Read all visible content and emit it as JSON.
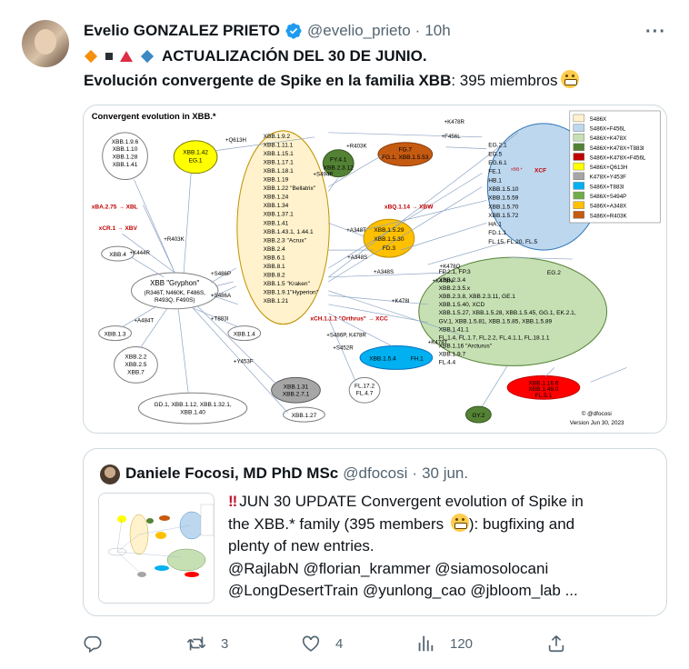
{
  "author": {
    "name": "Evelio GONZALEZ PRIETO",
    "handle": "@evelio_prieto",
    "separator": "·",
    "time": "10h",
    "verified_icon": "verified-badge-icon",
    "accent": "#1d9bf0"
  },
  "tweet": {
    "headline": "ACTUALIZACIÓN DEL 30 DE JUNIO.",
    "body_bold": "Evolución convergente de Spike en la familia XBB",
    "body_rest": ": 395 miembros",
    "emoji_icons": [
      "orange-diamond-icon",
      "black-square-icon",
      "red-triangle-icon",
      "blue-diamond-icon",
      "grimacing-face-icon"
    ]
  },
  "figure": {
    "title": "Convergent evolution in XBB.*",
    "credit": "© @dfocosi",
    "version": "Version Jun 30, 2023",
    "legend": [
      {
        "label": "S486X",
        "color": "#fff2cc"
      },
      {
        "label": "S486X+F456L",
        "color": "#bdd7ee"
      },
      {
        "label": "S486X+K478X",
        "color": "#c6e0b4"
      },
      {
        "label": "S486X+K478X+T883I",
        "color": "#548235"
      },
      {
        "label": "S486X+K478X+F456L",
        "color": "#c00000"
      },
      {
        "label": "S486X+Q613H",
        "color": "#ffff00"
      },
      {
        "label": "K478X+Y453F",
        "color": "#a6a6a6"
      },
      {
        "label": "S486X+T883I",
        "color": "#00b0f0"
      },
      {
        "label": "S486X+S494P",
        "color": "#70ad47"
      },
      {
        "label": "S486X+A348X",
        "color": "#ffc000"
      },
      {
        "label": "S486X+R403K",
        "color": "#c55a11"
      }
    ],
    "hub": {
      "name": "XBB \"Gryphon\"",
      "muts1": "(R346T, N460K, F486S,",
      "muts2": "R493Q, F490S)"
    },
    "left_nodes": [
      "XBB.1.9.6",
      "XBB.1.10",
      "XBB.1.28",
      "XBB.1.41"
    ],
    "xbb4": "XBB.4",
    "xbb13": "XBB.1.3",
    "xbb22": [
      "XBB.2.2",
      "XBB.2.5",
      "XBB.7"
    ],
    "xbb14": "XBB.1.4",
    "gd": [
      "GD.1, XBB.1.12, XBB.1.32.1,",
      "XBB.1.40"
    ],
    "xbb127": "XBB.1.27",
    "gray_nodes": [
      "XBB.1.31",
      "XBB.2.7.1"
    ],
    "fl17": [
      "FL.17.2",
      "FL.4.7"
    ],
    "yellow_node": [
      "XBB.1.42",
      "EG.1"
    ],
    "fy": [
      "FY.4.1",
      "XBB.2.3.12"
    ],
    "fg": [
      "FG.7",
      "FG.1, XBB.1.5.53"
    ],
    "orange_node": [
      "XBB.1.5.29",
      "XBB.1.5.30",
      "FD.3"
    ],
    "cyan_node": [
      "XBB.1.5.4",
      "FH.1"
    ],
    "gy": "GY.2",
    "red_node": [
      "XBB.1.16.6",
      "XBB.1.46.0",
      "FL.5.1"
    ],
    "center_list": [
      "XBB.1.9.2",
      "XBB.1.11.1",
      "XBB.1.15.1",
      "XBB.1.17.1",
      "XBB.1.18.1",
      "XBB.1.19",
      "XBB.1.22 \"Bellatrix\"",
      "XBB.1.24",
      "XBB.1.34",
      "XBB.1.37.1",
      "XBB.1.41",
      "XBB.1.43.1, 1.44.1",
      "XBB.2.3 \"Acrux\"",
      "XBB.2.4",
      "XBB.6.1",
      "XBB.8.1",
      "XBB.8.2",
      "XBB.1.5 \"Kraken\"",
      "XBB.1.9.1\"Hyperion\"",
      "XBB.1.21"
    ],
    "blue_list": [
      "EG.2.1",
      "EG.5",
      "EG.6.1",
      "FE.1",
      "HB.1",
      "XBB.1.5.10",
      "XBB.1.5.59",
      "XBB.1.5.70",
      "XBB.1.5.72",
      "HA.1",
      "FD.1.1",
      "FL.15, FL.20, FL.5"
    ],
    "green_list": [
      "FP.2.1, FP.3",
      "XBB.2.3.4",
      "XBB.2.3.5.x",
      "XBB.2.3.8, XBB.2.3.11, GE.1",
      "XBB.1.5.40, XCD",
      "XBB.1.5.27, XBB.1.5.28, XBB.1.5.45, GG.1, EK.2.1,",
      "GV.1, XBB.1.5.81, XBB.1.5.85, XBB.1.5.89",
      "XBB.1.41.1",
      "FL.1.4, FL.1.7, FL.2.2, FL.4.1.1, FL.18.1.1",
      "XBB.1.16 \"Arcturus\"",
      "XBB.1.9.7",
      "FL.4.4"
    ],
    "recombinants": [
      {
        "label": "xBA.2.75 → XBL"
      },
      {
        "label": "xCR.1 → XBV"
      },
      {
        "label": "xBQ.1.14 → XBW"
      },
      {
        "label": "xCH.1.1.1 \"Orthrus\" → XCC"
      },
      {
        "label": "XCF"
      },
      {
        "label": "EG.2"
      },
      {
        "label": "xBB.*"
      }
    ],
    "mutation_labels": [
      "+Q613H",
      "+K478R",
      "+F456L",
      "+R403K",
      "+S494P",
      "+A348T",
      "+A348S",
      "+S486P",
      "+S486A",
      "+T883I",
      "+K478Q",
      "+K478I",
      "+K478N",
      "+K478T",
      "+Y453F",
      "+A484T",
      "+K444R",
      "+R403K",
      "+S486P, K478R",
      "+S452R",
      "+A348S"
    ]
  },
  "quote": {
    "name": "Daniele Focosi, MD PhD MSc",
    "handle": "@dfocosi",
    "separator": "·",
    "date": "30 jun.",
    "bang_icon": "double-exclamation-icon",
    "text_l1": "JUN 30 UPDATE Convergent evolution of Spike in",
    "text_l2a": "the XBB.* family (395 members",
    "text_l2b": "): bugfixing and",
    "text_l3": "plenty of new entries.",
    "text_l4": "@RajlabN @florian_krammer @siamosolocani",
    "text_l5": "@LongDesertTrain @yunlong_cao @jbloom_lab ..."
  },
  "actions": {
    "reply": {
      "icon": "reply-icon",
      "count": ""
    },
    "retweet": {
      "icon": "retweet-icon",
      "count": "3"
    },
    "like": {
      "icon": "heart-icon",
      "count": "4"
    },
    "views": {
      "icon": "views-chart-icon",
      "count": "120"
    },
    "share": {
      "icon": "share-icon",
      "count": ""
    }
  },
  "more_label": "···"
}
